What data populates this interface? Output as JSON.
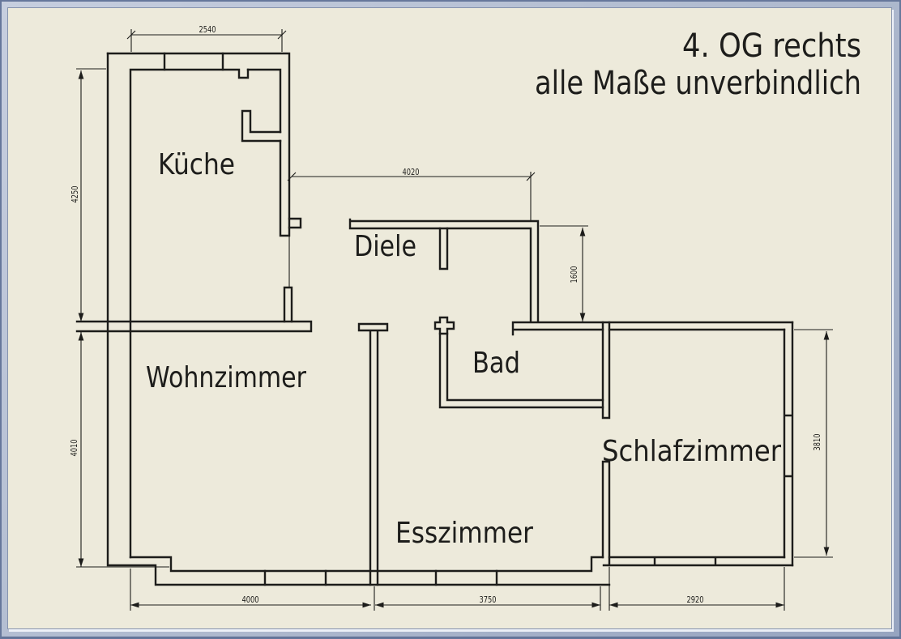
{
  "title": {
    "line1": "4. OG rechts",
    "line2": "alle Maße unverbindlich"
  },
  "rooms": {
    "kueche": "Küche",
    "diele": "Diele",
    "bad": "Bad",
    "wohnzimmer": "Wohnzimmer",
    "esszimmer": "Esszimmer",
    "schlafzimmer": "Schlafzimmer"
  },
  "dimensions_mm": {
    "kueche_width": "2540",
    "kueche_height": "4250",
    "diele_width": "4020",
    "bad_height": "1600",
    "wohnzimmer_height": "4010",
    "schlafzimmer_height": "3810",
    "wohnzimmer_width": "4000",
    "esszimmer_width": "3750",
    "schlafzimmer_width": "2920"
  },
  "colors": {
    "canvas_background": "#edeadb",
    "line": "#1d1d1b",
    "frame": "#aeb9ce",
    "frame_edge": "#66779b"
  }
}
